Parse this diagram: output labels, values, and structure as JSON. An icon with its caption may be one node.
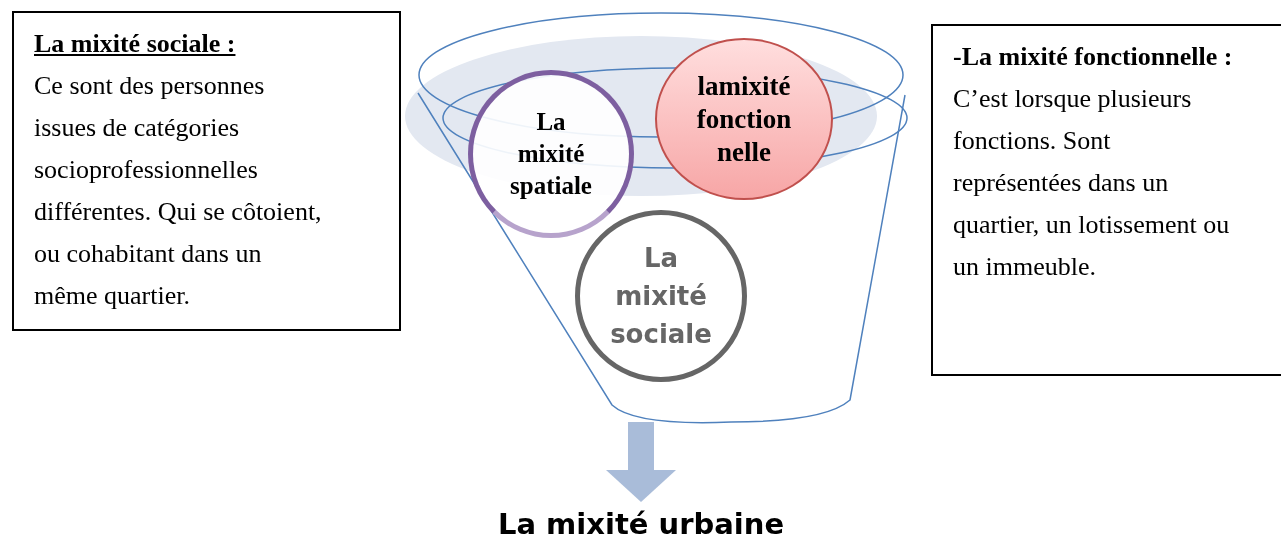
{
  "diagram": {
    "nodes": [
      {
        "text": [
          "La mixité sociale :",
          "Ce sont des personnes issues de catégories socioprofessionnelles différentes. Qui se côtoient, ou cohabitant dans un même quartier."
        ]
      },
      {
        "text": [],
        "shape": "funnel"
      },
      {
        "text": [
          "La mixité spatiale"
        ],
        "in": 1
      },
      {
        "text": [
          "lamixité fonction nelle"
        ],
        "in": 1
      },
      {
        "text": [
          "La mixité sociale"
        ],
        "in": 1
      },
      {
        "text": [
          "**-La mixité fonctionnelle :** C’est lorsque plusieurs fonctions. Sont représentées dans un quartier, un lotissement ou un immeuble."
        ]
      },
      {
        "text": [
          "La mixité urbaine"
        ]
      }
    ],
    "edges": [
      {
        "from": 1,
        "to": 6,
        "arrow": "to",
        "color": "#a9bcd9"
      }
    ]
  }
}
